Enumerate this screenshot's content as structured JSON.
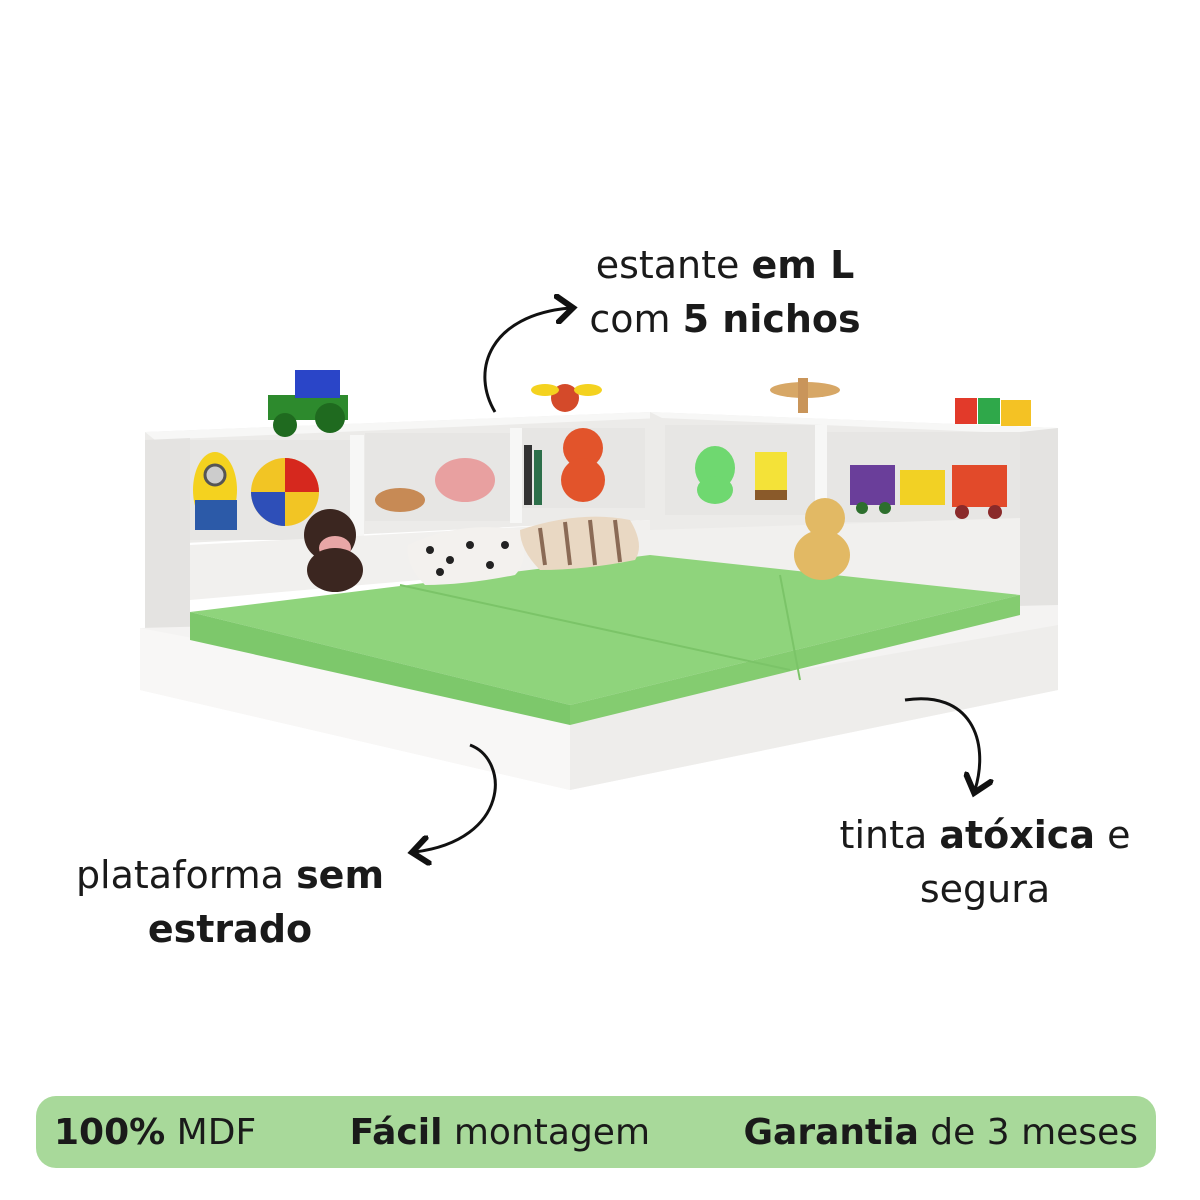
{
  "captions": {
    "shelf": {
      "line1_regular": "estante ",
      "line1_bold": "em L",
      "line2_regular": "com ",
      "line2_bold": "5 nichos"
    },
    "platform": {
      "line1_regular": "plataforma ",
      "line1_bold": "sem",
      "line2_bold": "estrado"
    },
    "paint": {
      "line1_regular": "tinta ",
      "line1_bold": "atóxica",
      "line1_tail": " e",
      "line2_regular": "segura"
    }
  },
  "footer": {
    "item1_bold": "100%",
    "item1_regular": " MDF",
    "item2_bold": "Fácil",
    "item2_regular": " montagem",
    "item3_bold": "Garantia",
    "item3_regular": " de 3 meses"
  },
  "colors": {
    "mattress": "#8fd47c",
    "footer_bg": "#a8d99a",
    "furniture": "#f2f1ef"
  }
}
